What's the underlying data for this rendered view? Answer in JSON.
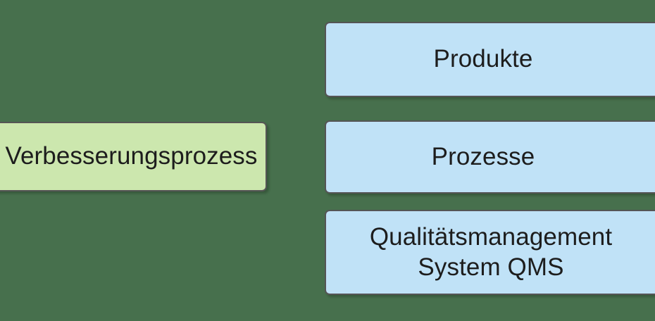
{
  "diagram": {
    "background_color": "#47704d",
    "border_color": "#555555",
    "nodes": [
      {
        "id": "verbesserungsprozess",
        "label": "Verbesserungsprozess",
        "fill_color": "#cce7ae",
        "shape": "rounded-rectangle",
        "clipped_edge": "left"
      },
      {
        "id": "produkte",
        "label": "Produkte",
        "fill_color": "#c0e2f7",
        "shape": "rounded-rectangle",
        "clipped_edge": "right"
      },
      {
        "id": "prozesse",
        "label": "Prozesse",
        "fill_color": "#c0e2f7",
        "shape": "rounded-rectangle",
        "clipped_edge": "right"
      },
      {
        "id": "qms",
        "label": "Qualitätsmanagement\nSystem QMS",
        "fill_color": "#c0e2f7",
        "shape": "rounded-rectangle",
        "clipped_edge": "right"
      }
    ]
  }
}
